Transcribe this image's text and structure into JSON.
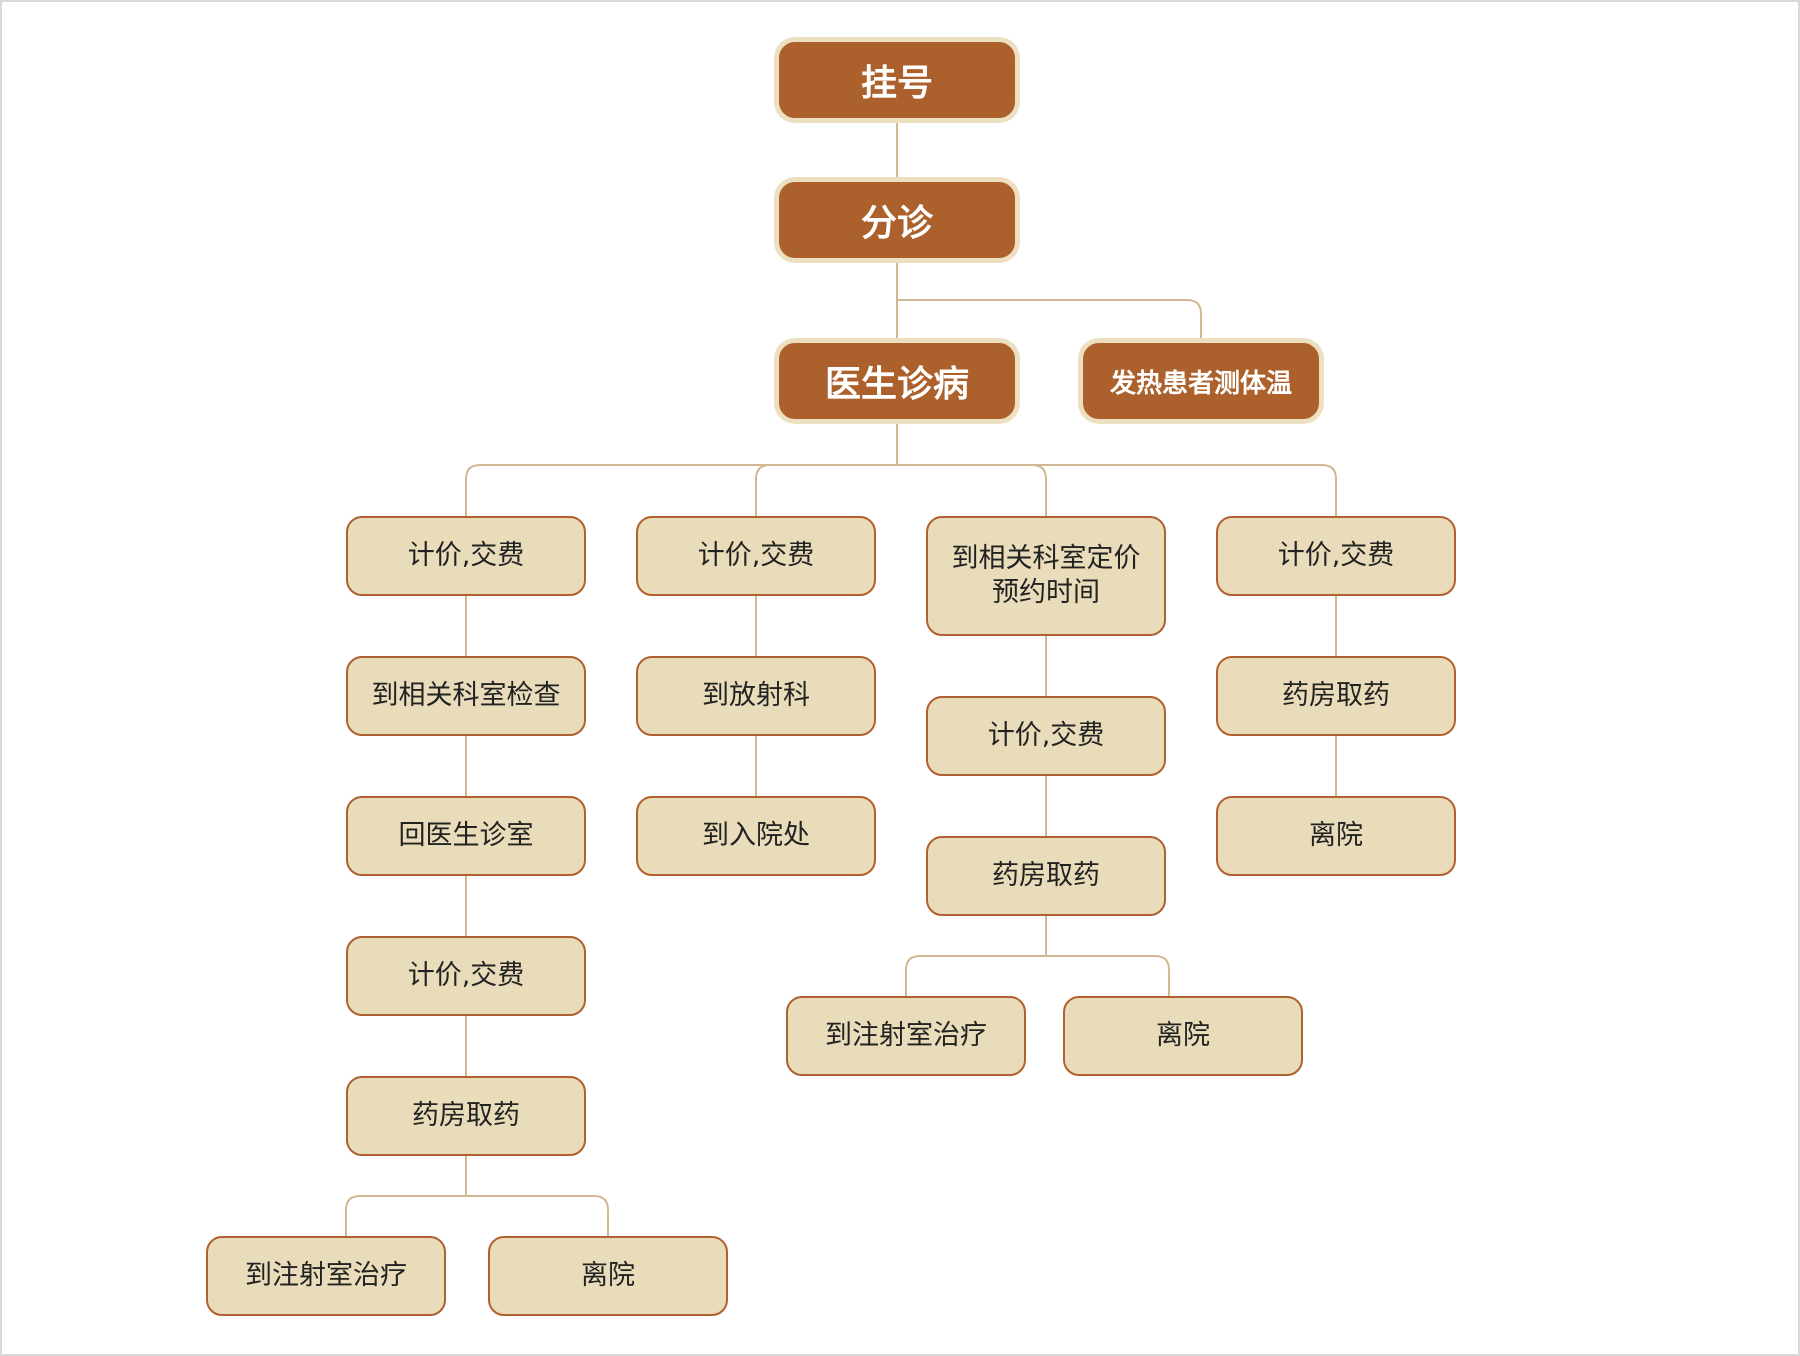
{
  "colors": {
    "primary_fill": "#ac602b",
    "primary_ring": "#ede0c0",
    "step_fill": "#e8dcba",
    "step_border": "#b0612f",
    "connector": "#d2b892"
  },
  "nodes": {
    "guahao": "挂号",
    "fenzhen": "分诊",
    "yishengzhenbing": "医生诊病",
    "fare": "发热患者测体温",
    "c1_jijia": "计价,交费",
    "c1_jiancha": "到相关科室检查",
    "c1_hui": "回医生诊室",
    "c1_jijia2": "计价,交费",
    "c1_yaofang": "药房取药",
    "c1_zhushe": "到注射室治疗",
    "c1_liyuan": "离院",
    "c2_jijia": "计价,交费",
    "c2_fangshe": "到放射科",
    "c2_ruyuan": "到入院处",
    "c3_dingjia": "到相关科室定价\n预约时间",
    "c3_jijia": "计价,交费",
    "c3_yaofang": "药房取药",
    "c3_zhushe": "到注射室治疗",
    "c3_liyuan": "离院",
    "c4_jijia": "计价,交费",
    "c4_yaofang": "药房取药",
    "c4_liyuan": "离院"
  }
}
